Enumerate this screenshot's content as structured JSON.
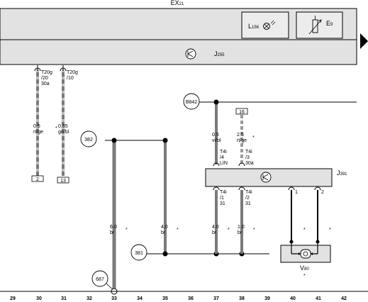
{
  "components": {
    "ex21": "EX21",
    "j255": "J255",
    "l156": "L156",
    "e9": "E9",
    "j391": "J391",
    "v80": "V80"
  },
  "connectors": {
    "c30": "T20g /20 30a",
    "c31": "T20g /10",
    "c37_top": "T4i /4 LIN",
    "c38_top": "T4i /3 30a",
    "c37_bot": "T4i /1 31",
    "c38_bot": "T4i /2 31",
    "c40": "1",
    "c41": "2"
  },
  "wires": {
    "w30": "0.5 rt/ge",
    "w31": "0.35 gn/bl",
    "w33": "6.0 br",
    "w35": "4.0 br",
    "w37_top": "0.5 vi/bl",
    "w38_top": "2.5 rt/ge",
    "w37_bot": "4.0 br",
    "w38_bot": "1.0 br"
  },
  "refs": {
    "b842": "B842",
    "r382": "382",
    "r381": "381",
    "r687": "687",
    "box16": "16",
    "box2": "2",
    "box13": "13"
  },
  "dots": {
    "d_w30": "*",
    "d_w33": "*",
    "d_w35": "*",
    "d_w37": "*",
    "d_w38": "*",
    "d_w38top": "*",
    "d_v80": "*",
    "d_r40": "*",
    "d_r41": "*"
  },
  "columns": [
    "29",
    "30",
    "31",
    "32",
    "33",
    "34",
    "35",
    "36",
    "37",
    "38",
    "39",
    "40",
    "41",
    "42"
  ],
  "colors": {
    "wire": "#7a7a7a",
    "box_fill": "#e2e2e2",
    "line": "#000000"
  }
}
